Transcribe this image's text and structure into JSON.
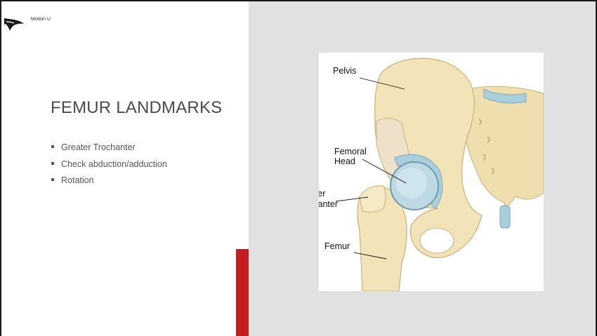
{
  "header": {
    "brand": "Motion U"
  },
  "slide": {
    "title": "FEMUR LANDMARKS",
    "bullets": [
      "Greater Trochanter",
      "Check abduction/adduction",
      "Rotation"
    ]
  },
  "illustration": {
    "labels": {
      "pelvis": "Pelvis",
      "femoral_head_1": "Femoral",
      "femoral_head_2": "Head",
      "greater_trochanter_1": "Greater",
      "greater_trochanter_2": "Trochanter",
      "femur": "Femur"
    }
  },
  "colors": {
    "accent": "#c41e1e",
    "panel_gray": "#e1e1e1",
    "bone": "#f1e3b6",
    "cartilage": "#a9cfdc"
  }
}
